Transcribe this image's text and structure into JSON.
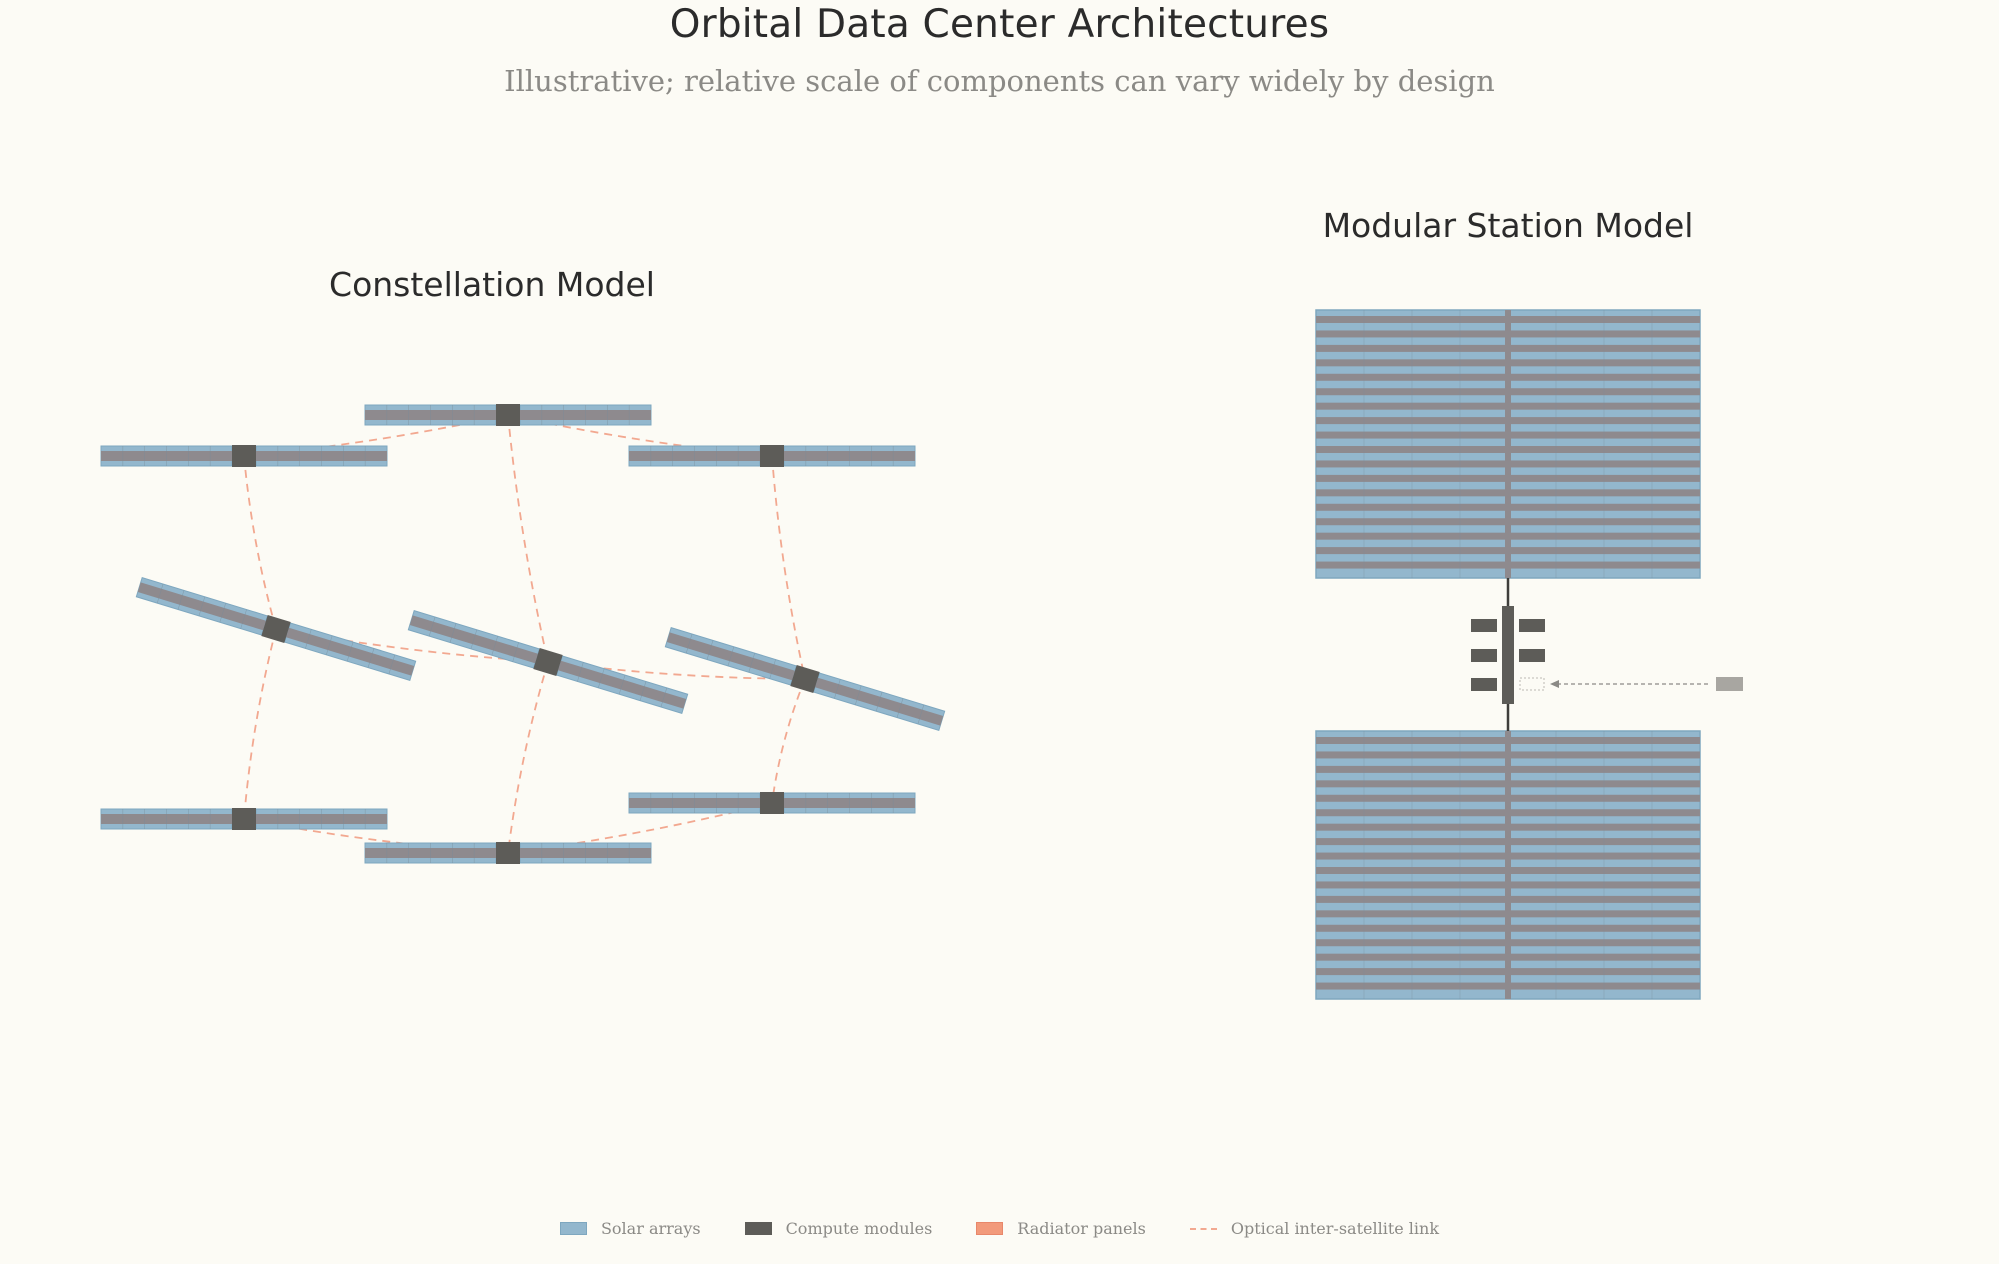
{
  "title": "Orbital Data Center Architectures",
  "subtitle": "Illustrative; relative scale of components can vary widely by design",
  "panels": {
    "constellation": {
      "title": "Constellation Model"
    },
    "station": {
      "title": "Modular Station Model"
    }
  },
  "legend": [
    {
      "label": "Solar arrays",
      "kind": "solar"
    },
    {
      "label": "Compute modules",
      "kind": "compute"
    },
    {
      "label": "Radiator panels",
      "kind": "radiator"
    },
    {
      "label": "Optical inter-satellite link",
      "kind": "link"
    }
  ],
  "colors": {
    "background": "#fcfbf5",
    "solar": "#93b7cd",
    "solar_stripe": "#8e8a8e",
    "compute": "#5d5c58",
    "radiator": "#f29a7b",
    "link": "#f2a890",
    "text": "#2b2b2b",
    "muted": "#8b8a86"
  },
  "diagram": {
    "constellation_satellite_count": 9,
    "station_module_pairs": 3,
    "station_has_docking_vehicle": true
  }
}
